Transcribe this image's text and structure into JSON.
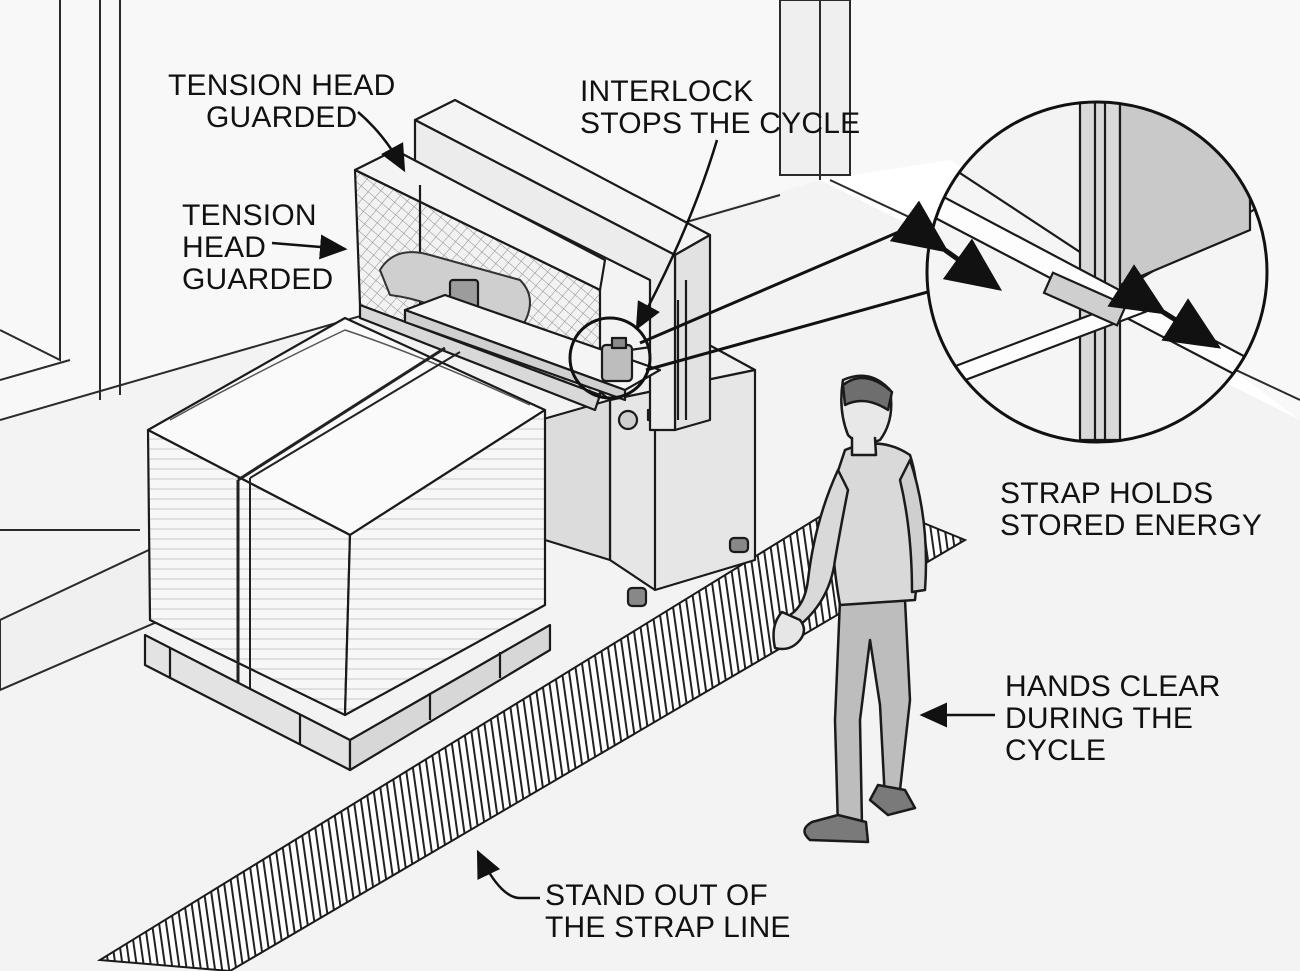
{
  "callouts": {
    "tension_head_top": {
      "line1": "TENSION HEAD",
      "line2": "GUARDED"
    },
    "tension_head_side": {
      "line1": "TENSION",
      "line2": "HEAD",
      "line3": "GUARDED"
    },
    "interlock": {
      "line1": "INTERLOCK",
      "line2": "STOPS THE CYCLE"
    },
    "strap_energy": {
      "line1": "STRAP HOLDS",
      "line2": "STORED ENERGY"
    },
    "hands_clear": {
      "line1": "HANDS CLEAR",
      "line2": "DURING THE",
      "line3": "CYCLE"
    },
    "strap_line": {
      "line1": "STAND OUT OF",
      "line2": "THE STRAP LINE"
    }
  },
  "colors": {
    "ink": "#1a1a1a",
    "floor": "#f4f4f4",
    "wall": "#f9f9f9",
    "machine": "#ececec",
    "guard_mesh": "#9a9a9a",
    "person_fill": "#d6d6d6",
    "pallet_wrap": "#f7f7f7"
  },
  "icons": [
    "strapping-machine",
    "wrapped-pallet",
    "worker-figure",
    "magnifier-circle",
    "double-arrow-icon",
    "floor-stripe"
  ]
}
